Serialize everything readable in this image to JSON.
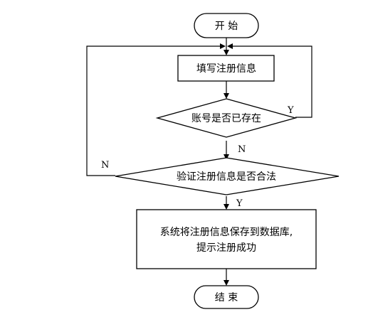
{
  "flowchart": {
    "start": {
      "text": "开 始"
    },
    "fill_info": {
      "text": "填写注册信息"
    },
    "account_exists": {
      "text": "账号是否已存在"
    },
    "validate": {
      "text": "验证注册信息是否合法"
    },
    "save": {
      "line1": "系统将注册信息保存到数据库,",
      "line2": "提示注册成功"
    },
    "end": {
      "text": "结 束"
    },
    "labels": {
      "account_yes": "Y",
      "account_no": "N",
      "validate_no": "N",
      "validate_yes": "Y"
    }
  }
}
